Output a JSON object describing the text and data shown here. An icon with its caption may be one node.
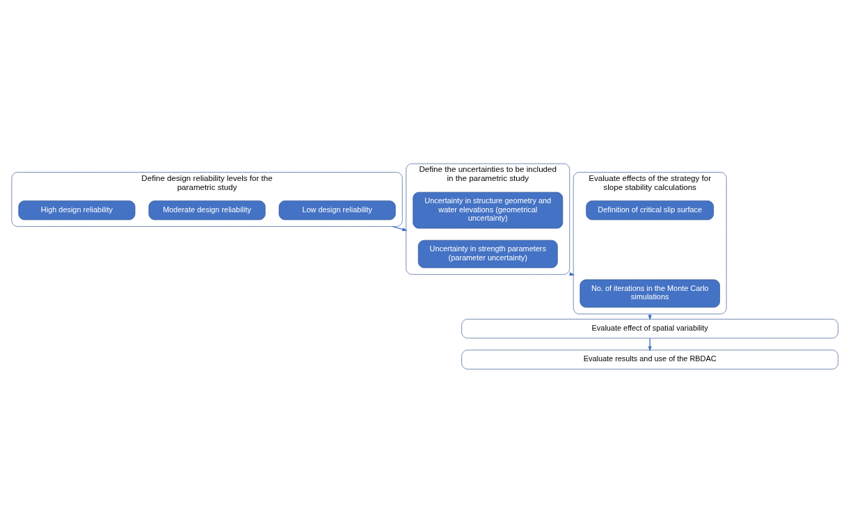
{
  "diagram": {
    "nodes": [
      {
        "text": [
          "Define design reliability levels for the parametric study"
        ]
      },
      {
        "text": [
          "Low design reliability"
        ],
        "in": 0
      },
      {
        "text": [
          "Moderate design reliability"
        ],
        "in": 0
      },
      {
        "text": [
          "High design reliability"
        ],
        "in": 0
      },
      {
        "text": [
          "Define the uncertainties to be included in the parametric study"
        ]
      },
      {
        "text": [
          "Uncertainty in strength parameters (parameter uncertainty)"
        ],
        "in": 4
      },
      {
        "text": [
          "Uncertainty in structure geometry and water elevations (geometrical uncertainty)"
        ],
        "in": 4
      },
      {
        "text": [
          "Evaluate effects of the strategy for slope stability calculations"
        ]
      },
      {
        "text": [
          "No. of iterations in the Monte Carlo simulations"
        ],
        "in": 7
      },
      {
        "text": [
          "Definition of critical slip surface"
        ],
        "in": 7
      },
      {
        "text": [
          "Evaluate effect of spatial variability"
        ]
      },
      {
        "text": [
          "Evaluate results and use of the RBDAC"
        ]
      }
    ],
    "edges": [
      {
        "from": 0,
        "to": 4,
        "arrow": "to"
      },
      {
        "from": 4,
        "to": 7,
        "arrow": "to"
      },
      {
        "from": 7,
        "to": 10,
        "arrow": "to"
      },
      {
        "from": 10,
        "to": 11,
        "arrow": "to"
      }
    ]
  }
}
